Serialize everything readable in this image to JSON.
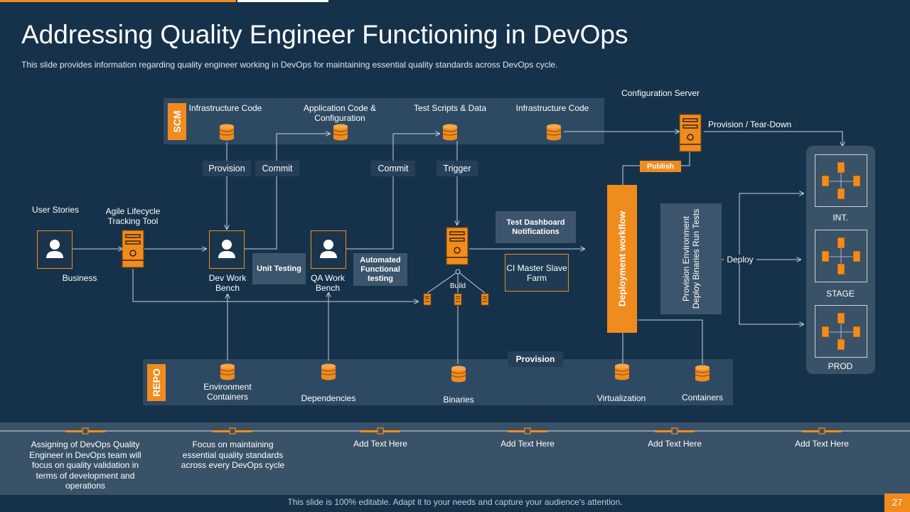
{
  "title": "Addressing Quality Engineer Functioning in DevOps",
  "subtitle": "This slide provides information regarding quality engineer working in DevOps for maintaining essential quality standards across DevOps cycle.",
  "scm": {
    "label": "SCM",
    "items": [
      "Infrastructure Code",
      "Application Code & Configuration",
      "Test Scripts & Data",
      "Infrastructure Code"
    ]
  },
  "config_server": "Configuration Server",
  "provision_teardown": "Provision / Tear-Down",
  "publish": "Publish",
  "tags": {
    "provision": "Provision",
    "commit1": "Commit",
    "commit2": "Commit",
    "trigger": "Trigger"
  },
  "user_stories": "User Stories",
  "business": "Business",
  "agile_tool": "Agile Lifecycle Tracking Tool",
  "dev_bench": "Dev Work Bench",
  "qa_bench": "QA Work Bench",
  "unit_testing": "Unit Testing",
  "auto_testing": "Automated Functional testing",
  "test_dashboard": "Test Dashboard Notifications",
  "ci_master": "CI Master Slave Farm",
  "build": "Build",
  "deployment_workflow": "Deployment workflow",
  "provision_box": "Provision Environment Deploy Binaries Run Tests",
  "deploy": "Deploy",
  "environments": [
    "INT.",
    "STAGE",
    "PROD"
  ],
  "repo": {
    "label": "REPO",
    "items": [
      "Environment Containers",
      "Dependencies",
      "Binaries",
      "Virtualization",
      "Containers"
    ],
    "provision": "Provision"
  },
  "footer_items": [
    "Assigning of DevOps Quality Engineer in DevOps team will focus on quality validation in terms of development and operations",
    "Focus on maintaining essential quality standards across every DevOps cycle",
    "Add Text Here",
    "Add Text Here",
    "Add Text Here",
    "Add Text Here"
  ],
  "bottom_note": "This slide is 100% editable. Adapt it to your needs and capture your audience's attention.",
  "page_number": "27",
  "colors": {
    "background": "#16324a",
    "accent": "#f08c1e",
    "band": "#2e4a63"
  }
}
